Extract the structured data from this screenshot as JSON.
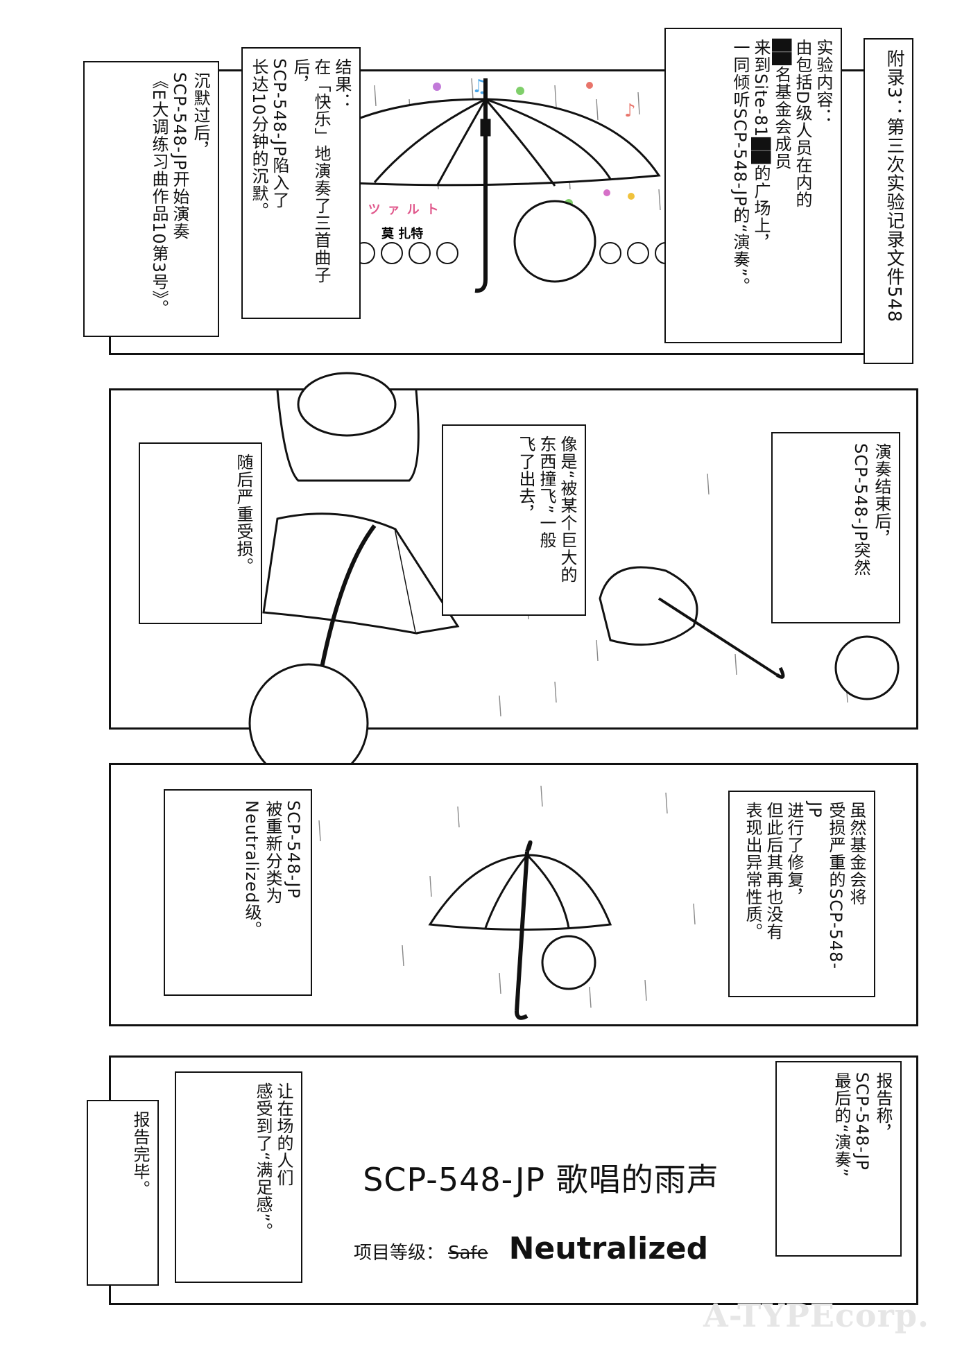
{
  "page": {
    "header_caption": "附录3：第三次实验记录文件548",
    "panel1": {
      "caption_content": "实验内容：\n由包括D级人员在内的\n██名基金会成员\n来到Site-81██的广场上，\n一同倾听SCP-548-JP的“演奏”。",
      "caption_result": "结果：\n在「快乐」地演奏了三首曲子后，\nSCP-548-JP陷入了\n长达10分钟的沉默。",
      "caption_after": "沉默过后，\nSCP-548-JP开始演奏\n《E大调练习曲作品10第3号》。",
      "sfx_mozart_kana": "モーツァルト",
      "sfx_mozart_label": "莫  扎特"
    },
    "panel2": {
      "caption_end": "演奏结束后，\nSCP-548-JP突然",
      "caption_blown": "像是“被某个巨大的\n东西撞飞”一般\n飞了出去，",
      "caption_damaged": "随后严重受损。"
    },
    "panel3": {
      "caption_repair": "虽然基金会将\n受损严重的SCP-548-JP\n进行了修复，\n但此后其再也没有\n表现出异常性质。",
      "caption_reclass": "SCP-548-JP\n被重新分类为\nNeutralized级。"
    },
    "panel4": {
      "caption_report": "报告称，\nSCP-548-JP\n最后的“演奏”",
      "caption_satisfy": "让在场的人们\n感受到了“满足感”。",
      "caption_end": "报告完毕。",
      "title": "SCP-548-JP 歌唱的雨声",
      "class_label": "项目等级：",
      "class_old": "Safe",
      "class_new": "Neutralized"
    },
    "watermark": "A-TYPEcorp."
  }
}
